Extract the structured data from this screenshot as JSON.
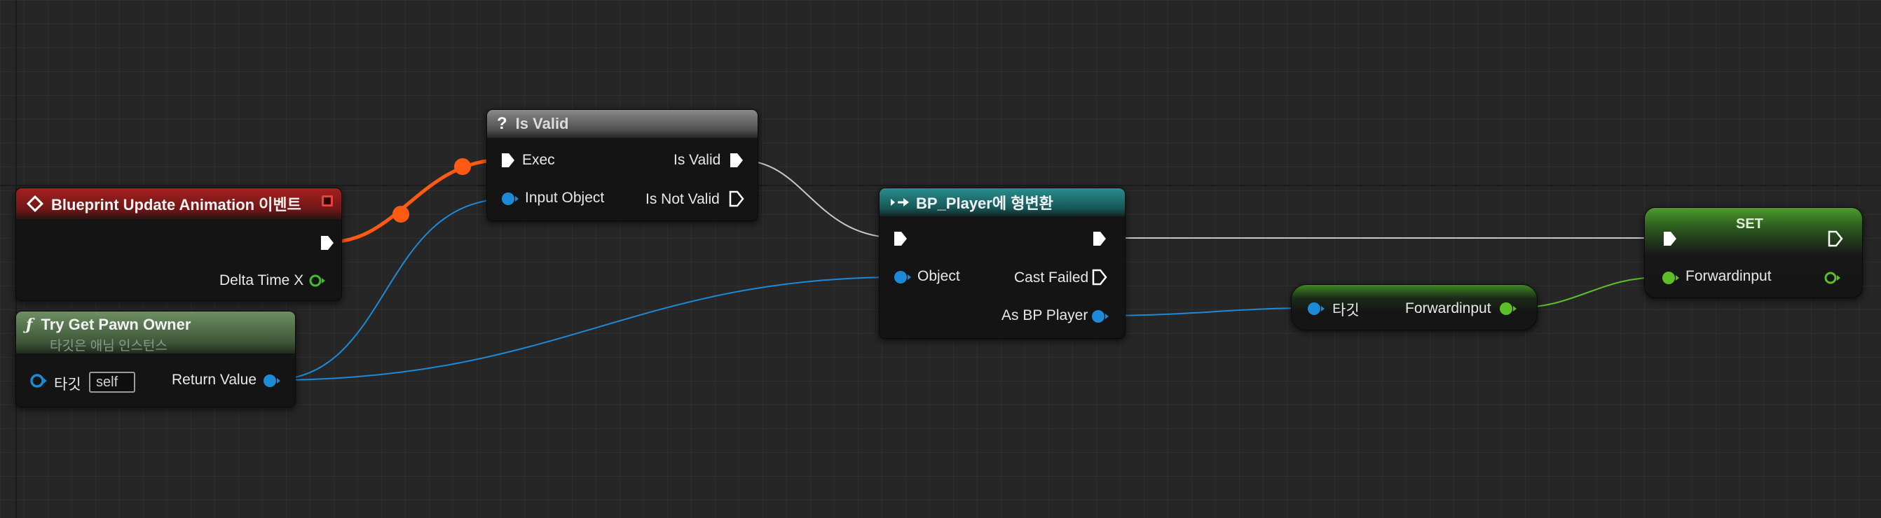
{
  "colors": {
    "exec_wire": "#ff5a14",
    "object_wire": "#1d8ad8",
    "bool_wire": "#5dbf28",
    "white_wire": "#c8c8c8",
    "event_header": "#8e1b1b",
    "function_header": "#4f6b46",
    "cast_header": "#1a6b6b",
    "macro_header": "#5e5e5e",
    "set_header": "#3b8a1e"
  },
  "event_node": {
    "icon": "event-diamond-icon",
    "title": "Blueprint Update Animation 이벤트",
    "delta_label": "Delta Time X"
  },
  "pawn_node": {
    "icon": "function-icon",
    "title": "Try Get Pawn Owner",
    "subtitle": "타깃은 애님 인스턴스",
    "target_label": "타깃",
    "target_value": "self",
    "return_label": "Return Value"
  },
  "isvalid_node": {
    "icon": "question-icon",
    "title": "Is Valid",
    "exec_label": "Exec",
    "input_label": "Input Object",
    "valid_label": "Is Valid",
    "not_valid_label": "Is Not Valid"
  },
  "cast_node": {
    "icon": "cast-arrow-icon",
    "title": "BP_Player에 형변환",
    "object_label": "Object",
    "failed_label": "Cast Failed",
    "as_label": "As BP Player"
  },
  "get_node": {
    "target_label": "타깃",
    "var_label": "Forwardinput"
  },
  "set_node": {
    "title": "SET",
    "var_label": "Forwardinput"
  }
}
